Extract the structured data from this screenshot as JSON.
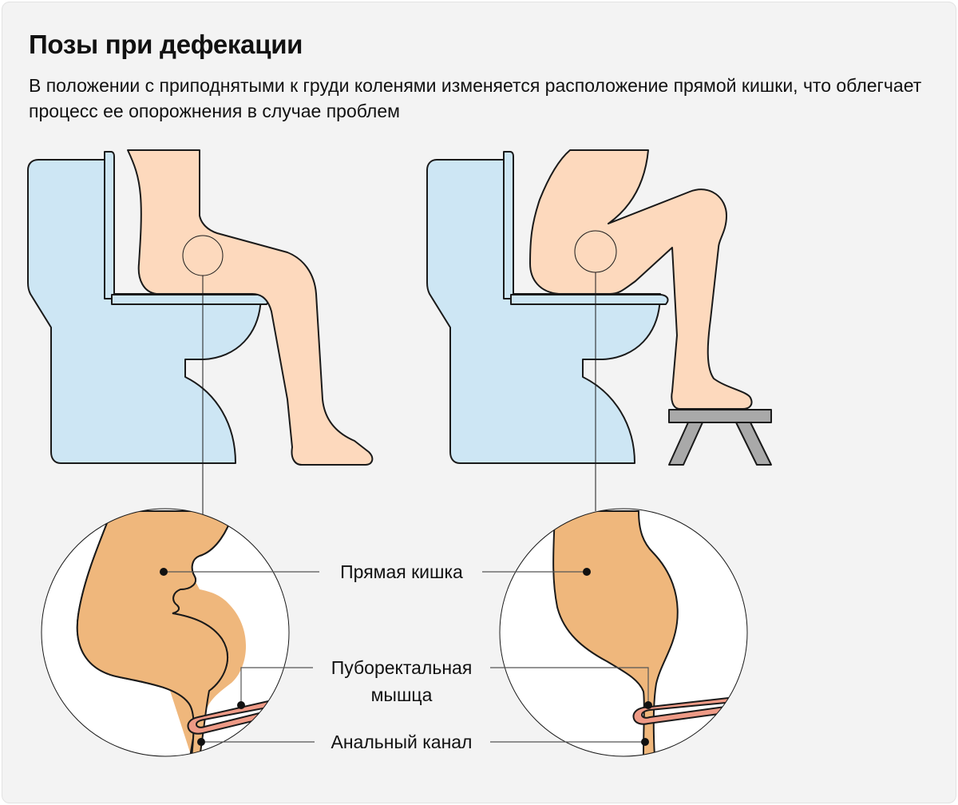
{
  "header": {
    "title": "Позы при дефекации",
    "subtitle": "В положении с приподнятыми к груди коленями изменяется расположение прямой кишки, что облегчает процесс ее опорожнения в случае проблем"
  },
  "labels": {
    "rectum": "Прямая кишка",
    "puborectalis_line1": "Пуборектальная",
    "puborectalis_line2": "мышца",
    "anal_canal": "Анальный канал"
  },
  "colors": {
    "toilet": "#cde6f4",
    "skin": "#fdd9bd",
    "rectum": "#efb77c",
    "muscle": "#ee9a86",
    "stool": "#a9a9a9",
    "outline": "#1a1a1a",
    "background": "#f3f3f3"
  }
}
